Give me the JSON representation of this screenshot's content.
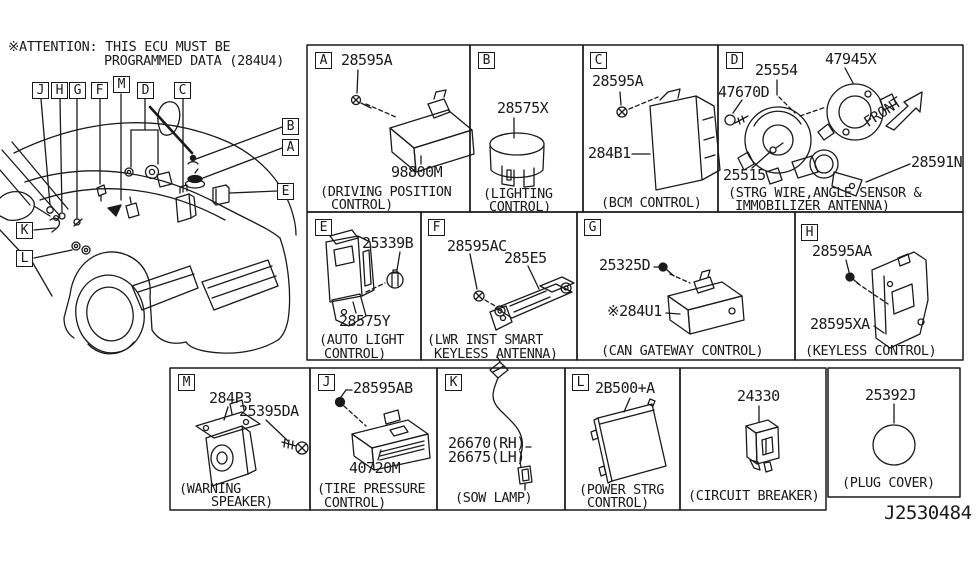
{
  "colors": {
    "ink": "#1a1a1a",
    "background": "#ffffff"
  },
  "note": {
    "line1": "※ATTENTION: THIS ECU MUST BE",
    "line2": "PROGRAMMED DATA (284U4)"
  },
  "drawing_number": "J2530484",
  "cells": {
    "a": {
      "letter": "A",
      "part_screw": "28595A",
      "part_module": "98800M",
      "caption1": "(DRIVING POSITION",
      "caption2": "CONTROL)"
    },
    "b": {
      "letter": "B",
      "part_unit": "28575X",
      "caption1": "(LIGHTING",
      "caption2": "CONTROL)"
    },
    "c": {
      "letter": "C",
      "part_screw": "28595A",
      "part_module": "284B1",
      "caption1": "(BCM CONTROL)"
    },
    "d": {
      "letter": "D",
      "part_strg_wire_screw": "25554",
      "part_angle_sensor": "47945X",
      "part_bolt": "47670D",
      "part_strg_wire": "25515",
      "part_immobilizer_antenna": "28591N",
      "front_label": "FRONT",
      "caption1": "(STRG WIRE,ANGLE SENSOR &",
      "caption2": "IMMOBILIZER ANTENNA)"
    },
    "e": {
      "letter": "E",
      "part_grommet": "25339B",
      "part_module": "28575Y",
      "caption1": "(AUTO LIGHT",
      "caption2": "CONTROL)"
    },
    "f": {
      "letter": "F",
      "part_screw": "28595AC",
      "part_antenna": "285E5",
      "caption1": "(LWR INST SMART",
      "caption2": "KEYLESS ANTENNA)"
    },
    "g": {
      "letter": "G",
      "part_screw": "25325D",
      "part_module": "※284U1",
      "caption1": "(CAN GATEWAY CONTROL)"
    },
    "h": {
      "letter": "H",
      "part_screw": "28595AA",
      "part_bracket": "28595XA",
      "caption1": "(KEYLESS CONTROL)"
    },
    "m": {
      "letter": "M",
      "part_speaker": "284P3",
      "part_bolt": "25395DA",
      "caption1": "(WARNING",
      "caption2": "SPEAKER)"
    },
    "j": {
      "letter": "J",
      "part_screw": "28595AB",
      "part_module": "40720M",
      "caption1": "(TIRE PRESSURE",
      "caption2": "CONTROL)"
    },
    "k": {
      "letter": "K",
      "part_rh": "26670(RH)",
      "part_lh": "26675(LH)",
      "caption1": "(SOW LAMP)"
    },
    "l": {
      "letter": "L",
      "part_module": "2B500+A",
      "caption1": "(POWER STRG",
      "caption2": "CONTROL)"
    },
    "cb": {
      "part_breaker": "24330",
      "caption1": "(CIRCUIT BREAKER)"
    },
    "plug": {
      "part_cover": "25392J",
      "caption1": "(PLUG COVER)"
    }
  }
}
